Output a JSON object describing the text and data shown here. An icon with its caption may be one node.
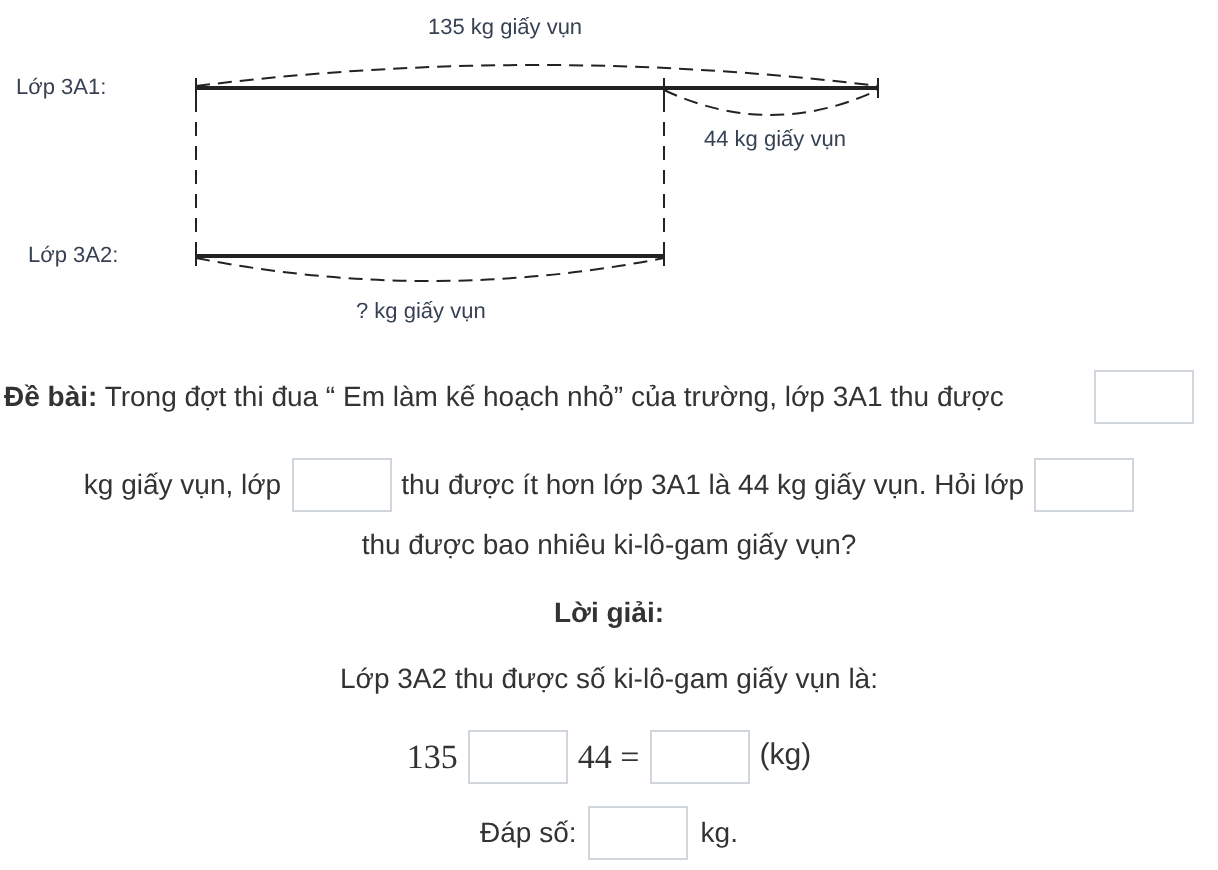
{
  "diagram": {
    "labels": [
      "135 kg giấy vụn",
      "Lớp 3A1:",
      "44 kg giấy vụn",
      "Lớp 3A2:",
      "? kg giấy vụn",
      "**Đề bài:** Trong đợt thi đua “ Em làm kế hoạch nhỏ” của trường, lớp 3A1 thu được",
      "kg giấy vụn, lớp",
      "thu được ít hơn lớp 3A1 là 44 kg giấy vụn. Hỏi lớp",
      "thu được bao nhiêu ki-lô-gam giấy vụn?",
      "Lời giải:",
      "Lớp 3A2 thu được số ki-lô-gam giấy vụn là:",
      "135",
      "44 =",
      "(kg)",
      "Đáp số:",
      "kg."
    ]
  }
}
